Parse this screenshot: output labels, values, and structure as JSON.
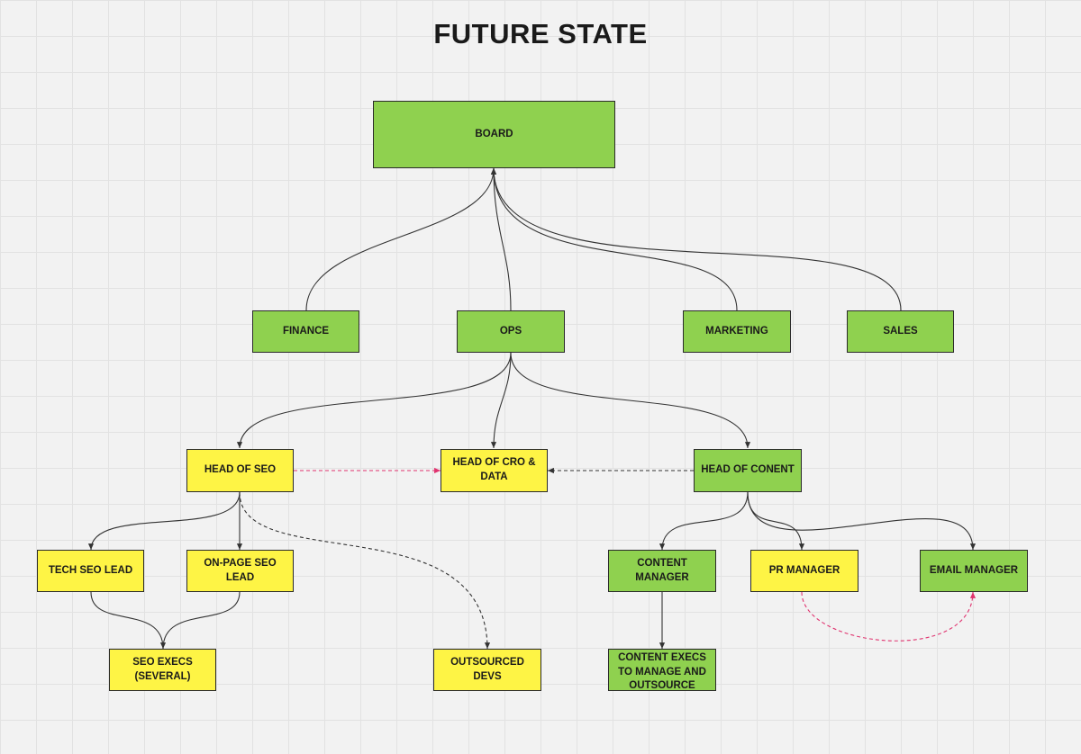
{
  "title": "FUTURE STATE",
  "colors": {
    "green": "#8fd14f",
    "yellow": "#fef445",
    "connector": "#333333",
    "highlight_dashed": "#e0336f"
  },
  "nodes": {
    "board": "BOARD",
    "finance": "FINANCE",
    "ops": "OPS",
    "marketing": "MARKETING",
    "sales": "SALES",
    "head_of_seo": "HEAD OF SEO",
    "head_of_cro_data": "HEAD OF CRO & DATA",
    "head_of_content": "HEAD OF CONENT",
    "tech_seo_lead": "TECH SEO LEAD",
    "on_page_seo_lead": "ON-PAGE SEO LEAD",
    "content_manager": "CONTENT MANAGER",
    "pr_manager": "PR MANAGER",
    "email_manager": "EMAIL MANAGER",
    "seo_execs": "SEO EXECS (SEVERAL)",
    "outsourced_devs": "OUTSOURCED DEVS",
    "content_execs": "CONTENT EXECS TO MANAGE AND OUTSOURCE"
  }
}
